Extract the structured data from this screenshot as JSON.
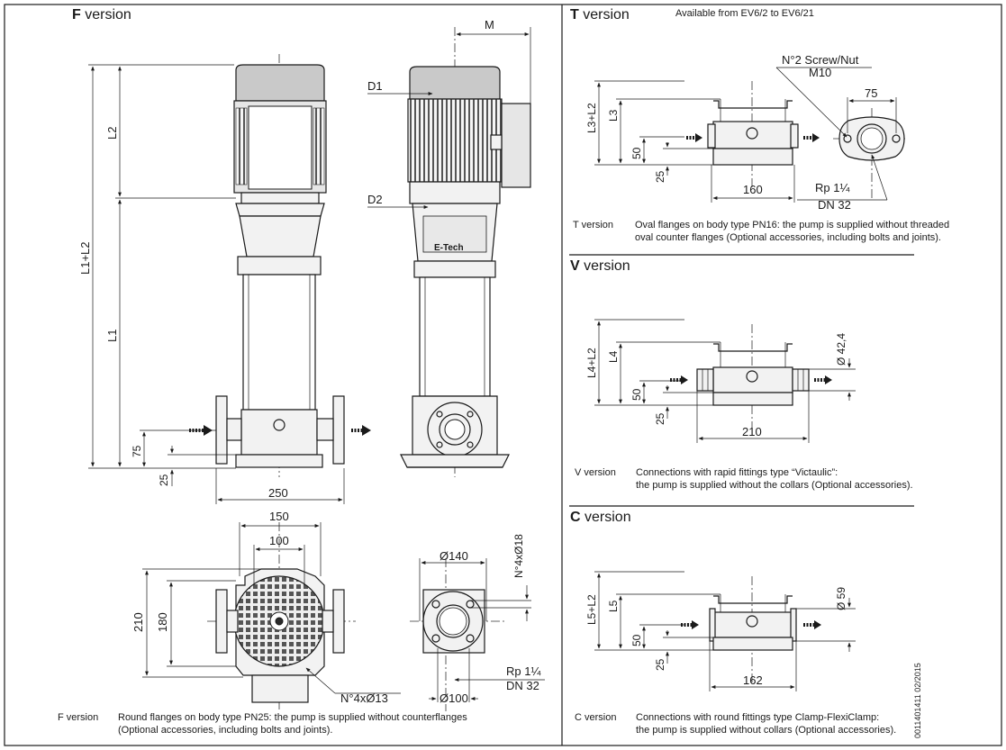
{
  "f_section": {
    "title_letter": "F",
    "title_rest": " version",
    "dims": {
      "M": "M",
      "D1": "D1",
      "D2": "D2",
      "L2": "L2",
      "L1_L2": "L1+L2",
      "L1": "L1",
      "d75": "75",
      "d25": "25",
      "d250": "250",
      "d150": "150",
      "d100": "100",
      "d210": "210",
      "d180": "180",
      "holes_13": "N°4xØ13",
      "holes_18": "N°4xØ18",
      "phi140": "Ø140",
      "phi100": "Ø100",
      "rp": "Rp 1¼",
      "dn": "DN 32"
    },
    "brand": "E-Tech",
    "caption_label": "F version",
    "caption_line1": "Round flanges on body type PN25: the pump is supplied without counterflanges",
    "caption_line2": "(Optional accessories, including bolts and joints)."
  },
  "t_section": {
    "title_letter": "T",
    "title_rest": " version",
    "availability": "Available from EV6/2 to EV6/21",
    "screw_line1": "N°2 Screw/Nut",
    "screw_line2": "M10",
    "dims": {
      "L3_L2": "L3+L2",
      "L3": "L3",
      "d50": "50",
      "d25": "25",
      "d160": "160",
      "d75": "75",
      "rp": "Rp 1¼",
      "dn": "DN 32"
    },
    "caption_label": "T version",
    "caption_line1": "Oval flanges on body type PN16: the pump is supplied without threaded",
    "caption_line2": "oval counter flanges (Optional accessories, including bolts and joints)."
  },
  "v_section": {
    "title_letter": "V",
    "title_rest": " version",
    "dims": {
      "L4_L2": "L4+L2",
      "L4": "L4",
      "d50": "50",
      "d25": "25",
      "d210": "210",
      "phi": "Ø 42,4"
    },
    "caption_label": "V version",
    "caption_line1": "Connections with rapid fittings type “Victaulic”:",
    "caption_line2": "the pump is supplied without the collars (Optional accessories)."
  },
  "c_section": {
    "title_letter": "C",
    "title_rest": " version",
    "dims": {
      "L5_L2": "L5+L2",
      "L5": "L5",
      "d50": "50",
      "d25": "25",
      "d162": "162",
      "phi": "Ø 59"
    },
    "caption_label": "C version",
    "caption_line1": "Connections with round fittings type Clamp-FlexiClamp:",
    "caption_line2": "the pump is supplied without collars (Optional accessories)."
  },
  "doc_code": "0011401411  02/2015"
}
